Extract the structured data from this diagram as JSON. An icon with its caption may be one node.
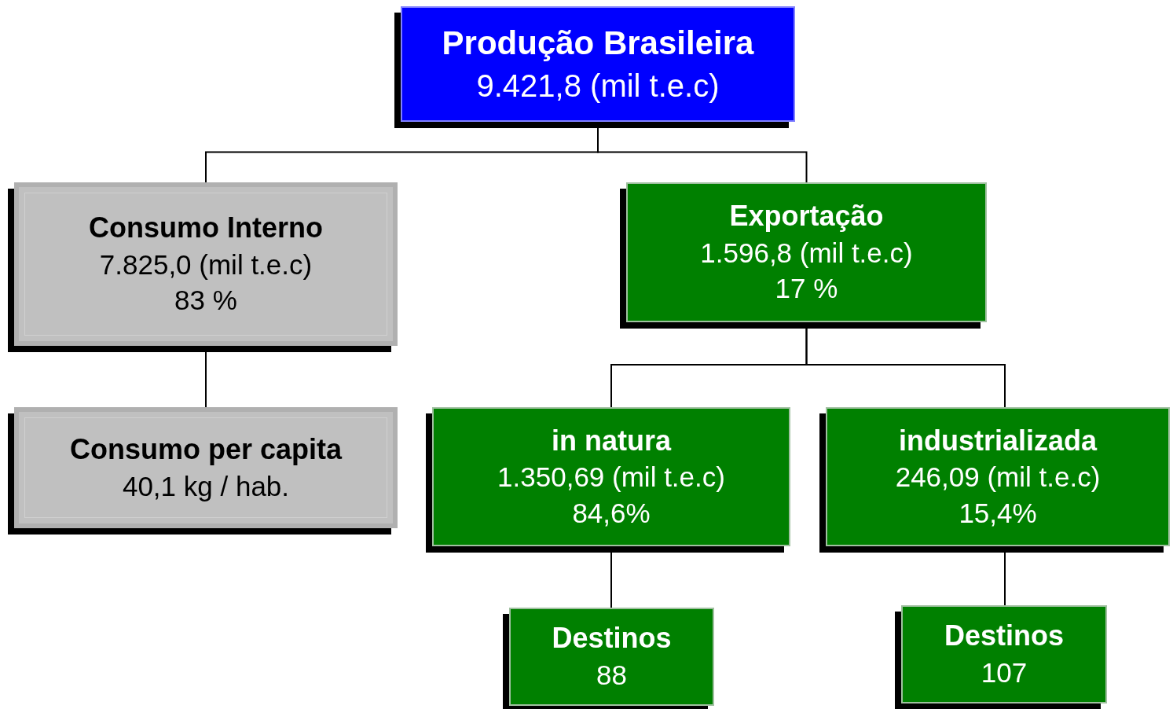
{
  "diagram": {
    "nodes": [
      {
        "text": [
          "Produção Brasileira",
          "9.421,8 (mil t.e.c)"
        ]
      },
      {
        "text": [
          "Consumo Interno",
          "7.825,0 (mil t.e.c)",
          "83 %"
        ]
      },
      {
        "text": [
          "Exportação",
          "1.596,8 (mil t.e.c)",
          "17 %"
        ]
      },
      {
        "text": [
          "Consumo per capita",
          "40,1 kg / hab."
        ]
      },
      {
        "text": [
          "in natura",
          "1.350,69 (mil t.e.c)",
          "84,6%"
        ]
      },
      {
        "text": [
          "industrializada",
          "246,09 (mil t.e.c)",
          "15,4%"
        ]
      },
      {
        "text": [
          "Destinos",
          "88"
        ]
      },
      {
        "text": [
          "Destinos",
          "107"
        ]
      }
    ],
    "edges": [
      {
        "from": 0,
        "to": 1,
        "arrow": "none"
      },
      {
        "from": 0,
        "to": 2,
        "arrow": "none"
      },
      {
        "from": 1,
        "to": 3,
        "arrow": "none"
      },
      {
        "from": 2,
        "to": 4,
        "arrow": "none"
      },
      {
        "from": 2,
        "to": 5,
        "arrow": "none"
      },
      {
        "from": 4,
        "to": 6,
        "arrow": "none"
      },
      {
        "from": 5,
        "to": 7,
        "arrow": "none"
      }
    ]
  }
}
